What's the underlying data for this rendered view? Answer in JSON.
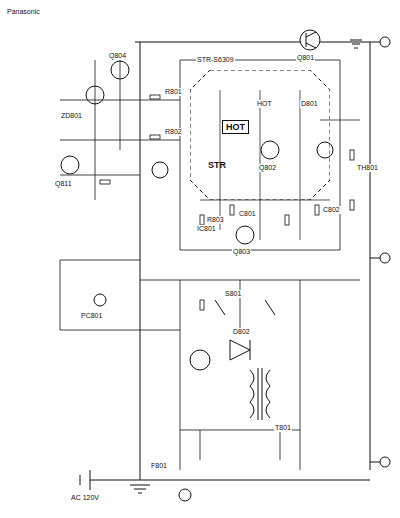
{
  "diagram": {
    "nodes": [
      {
        "text": [
          "STR"
        ]
      },
      {
        "text": [
          "HOT"
        ]
      }
    ],
    "labels": [
      "Q801",
      "Q802",
      "Q803",
      "Q804",
      "D801",
      "D802",
      "R801",
      "R802",
      "R803",
      "C801",
      "C802",
      "T801",
      "F801",
      "IC801",
      "HOT",
      "STR-S6309",
      "ZD801",
      "Q811",
      "PC801",
      "TH801",
      "S801",
      "AC 120V",
      "Panasonic"
    ]
  }
}
